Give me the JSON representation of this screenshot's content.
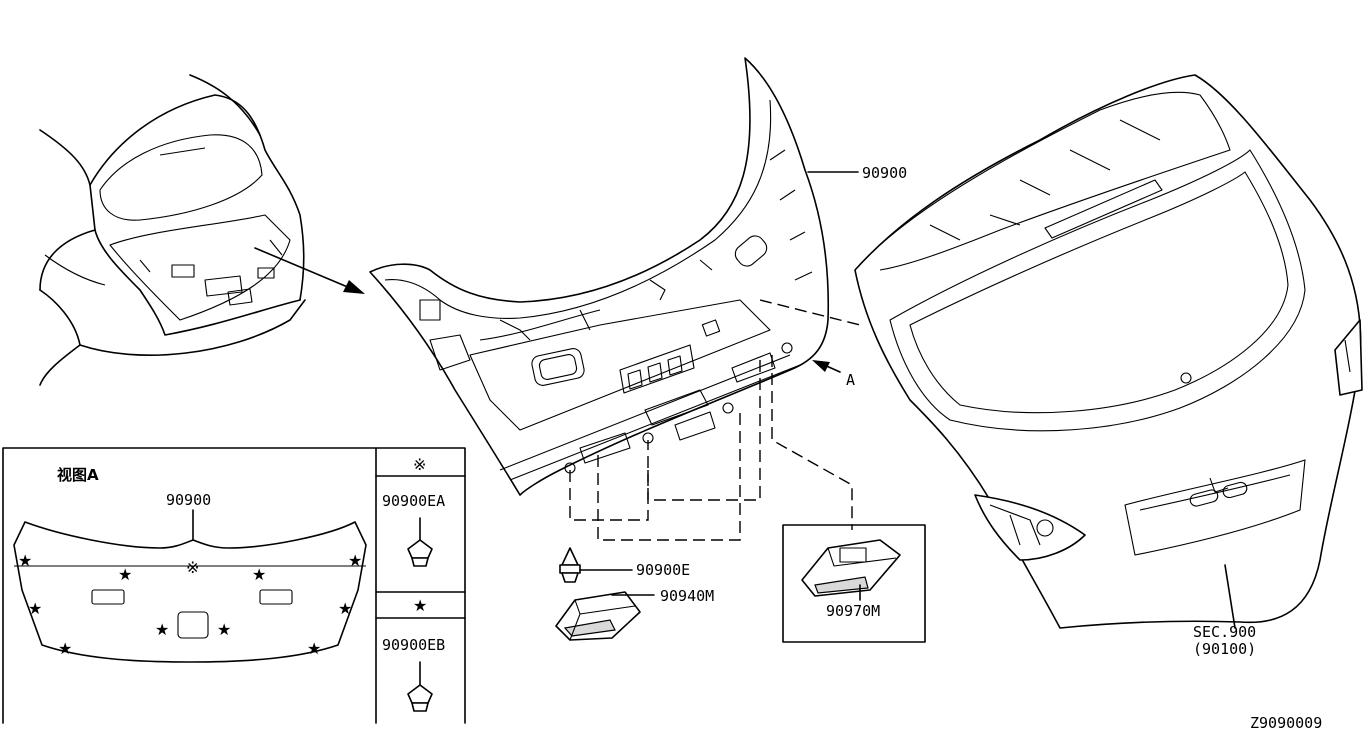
{
  "labels": {
    "trim": "90900",
    "clip_e": "90900E",
    "lamp_m": "90940M",
    "lamp_box": "90970M",
    "sec_line1": "SEC.900",
    "sec_line2": "(90100)",
    "view_arrow": "A",
    "diagram_id": "Z9090009"
  },
  "view_a": {
    "title": "视图A",
    "part": "90900",
    "mark_kome": "※",
    "mark_star": "★"
  },
  "legend": {
    "kome_symbol": "※",
    "kome_part": "90900EA",
    "star_symbol": "★",
    "star_part": "90900EB"
  }
}
